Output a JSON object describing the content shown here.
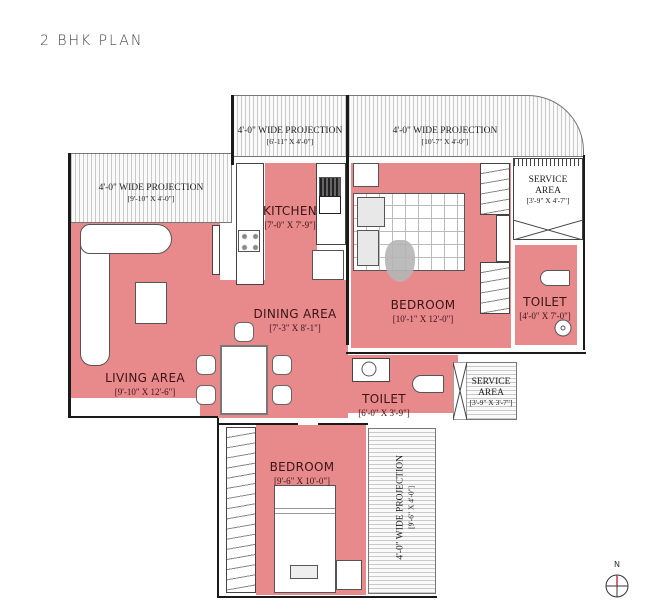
{
  "title": "2 BHK PLAN",
  "colors": {
    "room_fill": "#e88a8c",
    "wall": "#1a1a1a",
    "projection_hatch": "#c9c9c9",
    "label_text": "#3a1414",
    "compass_north": "#c0394b"
  },
  "rooms": {
    "living": {
      "name": "LIVING AREA",
      "dims": "[9'-10\" X 12'-6\"]"
    },
    "dining": {
      "name": "DINING AREA",
      "dims": "[7'-3\" X 8'-1\"]"
    },
    "kitchen": {
      "name": "KITCHEN",
      "dims": "[7'-0\" X 7'-9\"]"
    },
    "master_bedroom": {
      "name": "BEDROOM",
      "dims": "[10'-1\" X 12'-0\"]"
    },
    "bedroom2": {
      "name": "BEDROOM",
      "dims": "[9'-6\" X 10'-0\"]"
    },
    "toilet_attached": {
      "name": "TOILET",
      "dims": "[4'-0\" X 7'-0\"]"
    },
    "toilet_common": {
      "name": "TOILET",
      "dims": "[6'-0\" X 3'-9\"]"
    },
    "service_area_top": {
      "name_line1": "SERVICE",
      "name_line2": "AREA",
      "dims": "[3'-9\" X 4'-7\"]"
    },
    "service_area_mid": {
      "name_line1": "SERVICE",
      "name_line2": "AREA",
      "dims": "[3'-9\" X 3'-7\"]"
    }
  },
  "projections": {
    "living": {
      "name": "4'-0\" WIDE PROJECTION",
      "dims": "[9'-10\" X 4'-0\"]"
    },
    "kitchen": {
      "name": "4'-0\" WIDE PROJECTION",
      "dims": "[6'-11\" X 4'-0\"]"
    },
    "bedroom": {
      "name": "4'-0\" WIDE PROJECTION",
      "dims": "[10'-7\" X 4'-0\"]"
    },
    "bedroom2": {
      "name": "4'-0\" WIDE PROJECTION",
      "dims": "[9'-6\" X 4'-0\"]"
    }
  },
  "compass": {
    "label": "N"
  }
}
